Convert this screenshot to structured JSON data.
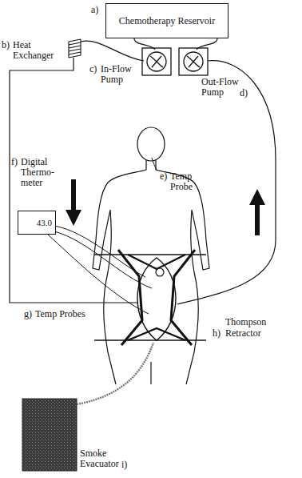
{
  "diagram": {
    "nodes": [
      {
        "text": [
          "Chemotherapy Reservoir"
        ]
      },
      {
        "text": [
          "43.0"
        ]
      }
    ],
    "labels": [
      "a)",
      "b)",
      "Heat Exchanger",
      "c)",
      "In-Flow Pump",
      "d)",
      "Out-Flow Pump",
      "e)",
      "Temp Probe",
      "f)",
      "Digital Thermo- meter",
      "g)",
      "Temp Probes",
      "Thompson",
      "h)",
      "Retractor",
      "Smoke Evacuator",
      "i)"
    ]
  }
}
